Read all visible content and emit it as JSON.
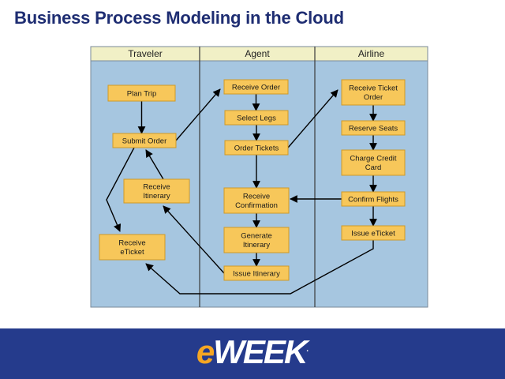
{
  "slide": {
    "title": "Business Process Modeling in the Cloud"
  },
  "colors": {
    "title": "#1e2d72",
    "lane_fill": "#a6c6e0",
    "header_fill": "#f1f0c6",
    "box_fill": "#f7c75a",
    "box_stroke": "#cf9a28",
    "footer": "#253b8c",
    "logo_accent": "#f5a623"
  },
  "diagram": {
    "lanes": [
      {
        "id": "traveler",
        "label": "Traveler"
      },
      {
        "id": "agent",
        "label": "Agent"
      },
      {
        "id": "airline",
        "label": "Airline"
      }
    ],
    "steps": [
      {
        "id": "plan-trip",
        "lane": "traveler",
        "lines": [
          "Plan Trip"
        ]
      },
      {
        "id": "submit-order",
        "lane": "traveler",
        "lines": [
          "Submit Order"
        ]
      },
      {
        "id": "receive-itinerary",
        "lane": "traveler",
        "lines": [
          "Receive",
          "Itinerary"
        ]
      },
      {
        "id": "receive-eticket",
        "lane": "traveler",
        "lines": [
          "Receive",
          "eTicket"
        ]
      },
      {
        "id": "receive-order",
        "lane": "agent",
        "lines": [
          "Receive Order"
        ]
      },
      {
        "id": "select-legs",
        "lane": "agent",
        "lines": [
          "Select Legs"
        ]
      },
      {
        "id": "order-tickets",
        "lane": "agent",
        "lines": [
          "Order Tickets"
        ]
      },
      {
        "id": "receive-confirmation",
        "lane": "agent",
        "lines": [
          "Receive",
          "Confirmation"
        ]
      },
      {
        "id": "generate-itinerary",
        "lane": "agent",
        "lines": [
          "Generate",
          "Itinerary"
        ]
      },
      {
        "id": "issue-itinerary",
        "lane": "agent",
        "lines": [
          "Issue Itinerary"
        ]
      },
      {
        "id": "receive-ticket-order",
        "lane": "airline",
        "lines": [
          "Receive Ticket",
          "Order"
        ]
      },
      {
        "id": "reserve-seats",
        "lane": "airline",
        "lines": [
          "Reserve Seats"
        ]
      },
      {
        "id": "charge-credit-card",
        "lane": "airline",
        "lines": [
          "Charge Credit",
          "Card"
        ]
      },
      {
        "id": "confirm-flights",
        "lane": "airline",
        "lines": [
          "Confirm Flights"
        ]
      },
      {
        "id": "issue-eticket",
        "lane": "airline",
        "lines": [
          "Issue eTicket"
        ]
      }
    ],
    "flows": [
      {
        "from": "plan-trip",
        "to": "submit-order"
      },
      {
        "from": "submit-order",
        "to": "receive-order"
      },
      {
        "from": "receive-order",
        "to": "select-legs"
      },
      {
        "from": "select-legs",
        "to": "order-tickets"
      },
      {
        "from": "order-tickets",
        "to": "receive-ticket-order"
      },
      {
        "from": "receive-ticket-order",
        "to": "reserve-seats"
      },
      {
        "from": "reserve-seats",
        "to": "charge-credit-card"
      },
      {
        "from": "charge-credit-card",
        "to": "confirm-flights"
      },
      {
        "from": "confirm-flights",
        "to": "receive-confirmation"
      },
      {
        "from": "confirm-flights",
        "to": "issue-eticket"
      },
      {
        "from": "order-tickets",
        "to": "receive-confirmation"
      },
      {
        "from": "receive-confirmation",
        "to": "generate-itinerary"
      },
      {
        "from": "generate-itinerary",
        "to": "issue-itinerary"
      },
      {
        "from": "issue-itinerary",
        "to": "receive-itinerary"
      },
      {
        "from": "receive-itinerary",
        "to": "submit-order"
      },
      {
        "from": "submit-order",
        "to": "receive-eticket"
      },
      {
        "from": "issue-eticket",
        "to": "receive-eticket"
      }
    ]
  },
  "footer": {
    "logo_e": "e",
    "logo_rest": "WEEK",
    "logo_mark": "."
  }
}
